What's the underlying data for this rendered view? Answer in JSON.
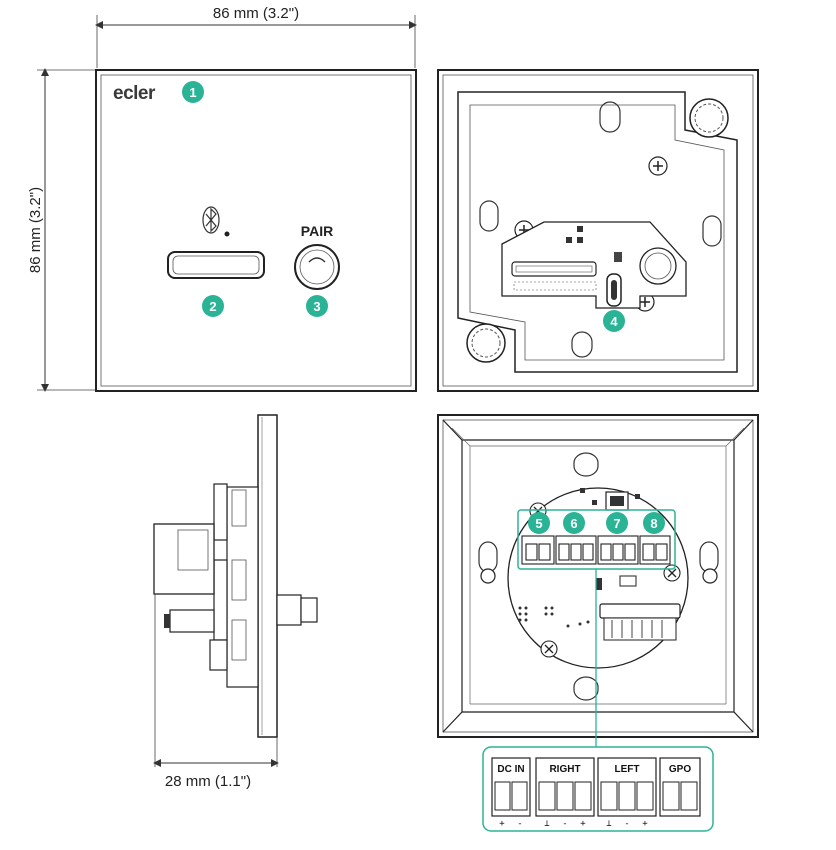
{
  "dimensions": {
    "width_label": "86 mm (3.2\")",
    "height_label": "86 mm (3.2\")",
    "depth_label": "28 mm (1.1\")"
  },
  "front": {
    "logo": "ecler",
    "pair_label": "PAIR",
    "bluetooth_icon": "bluetooth-icon"
  },
  "callouts": [
    "1",
    "2",
    "3",
    "4",
    "5",
    "6",
    "7",
    "8"
  ],
  "terminals": {
    "groups": [
      {
        "label": "DC IN",
        "polarity": [
          "+",
          "-"
        ]
      },
      {
        "label": "RIGHT",
        "polarity": [
          "⊥",
          "-",
          "+"
        ]
      },
      {
        "label": "LEFT",
        "polarity": [
          "⊥",
          "-",
          "+"
        ]
      },
      {
        "label": "GPO",
        "polarity": []
      }
    ]
  },
  "colors": {
    "accent": "#2bb396",
    "line": "#333333"
  }
}
